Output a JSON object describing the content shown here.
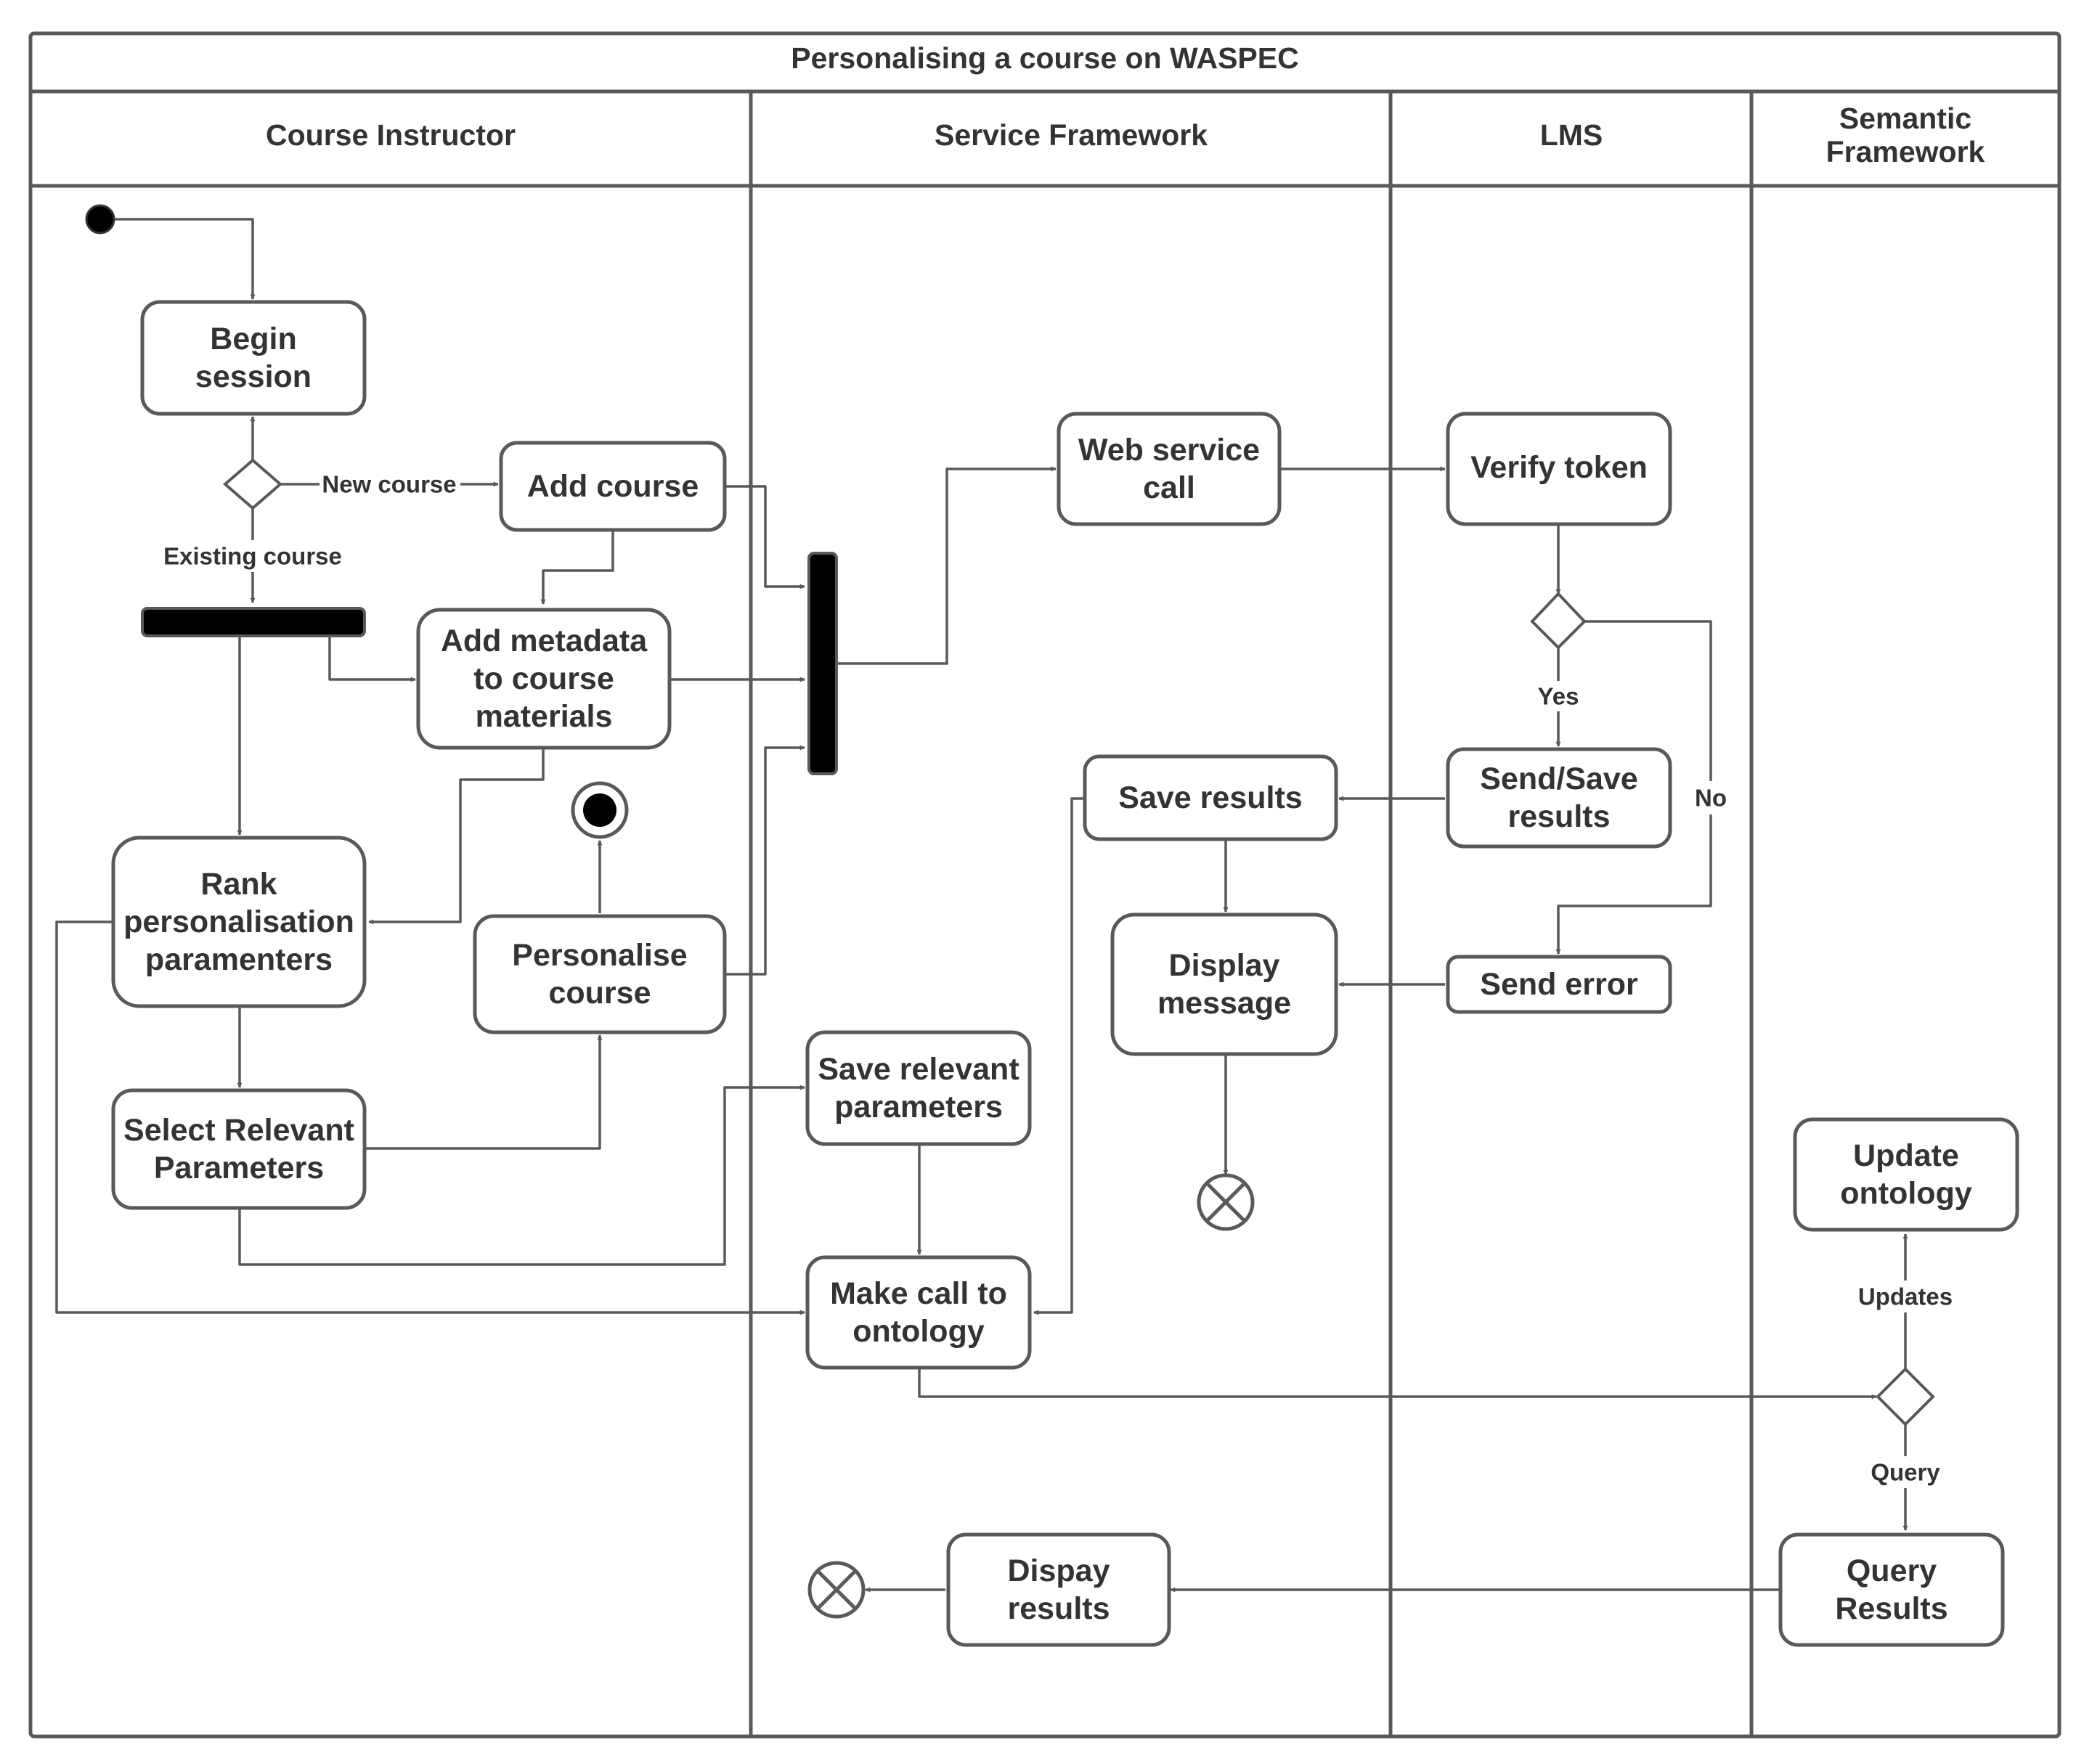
{
  "title": "Personalising a course on WASPEC",
  "lanes": {
    "course_instructor": "Course Instructor",
    "service_framework": "Service Framework",
    "lms": "LMS",
    "semantic_framework": [
      "Semantic",
      "Framework"
    ]
  },
  "nodes": {
    "begin_session": [
      "Begin",
      "session"
    ],
    "add_course": [
      "Add course"
    ],
    "add_metadata": [
      "Add metadata",
      "to course",
      "materials"
    ],
    "rank_params": [
      "Rank",
      "personalisation",
      "paramenters"
    ],
    "personalise_course": [
      "Personalise",
      "course"
    ],
    "select_params": [
      "Select Relevant",
      "Parameters"
    ],
    "web_service_call": [
      "Web service",
      "call"
    ],
    "save_results": [
      "Save results"
    ],
    "display_message": [
      "Display",
      "message"
    ],
    "save_relevant": [
      "Save relevant",
      "parameters"
    ],
    "make_call": [
      "Make call to",
      "ontology"
    ],
    "dispay_results": [
      "Dispay",
      "results"
    ],
    "verify_token": [
      "Verify token"
    ],
    "send_save_results": [
      "Send/Save",
      "results"
    ],
    "send_error": [
      "Send error"
    ],
    "update_ontology": [
      "Update",
      "ontology"
    ],
    "query_results": [
      "Query",
      "Results"
    ]
  },
  "edge_labels": {
    "new_course": "New course",
    "existing_course": "Existing course",
    "yes": "Yes",
    "no": "No",
    "updates": "Updates",
    "query": "Query"
  }
}
